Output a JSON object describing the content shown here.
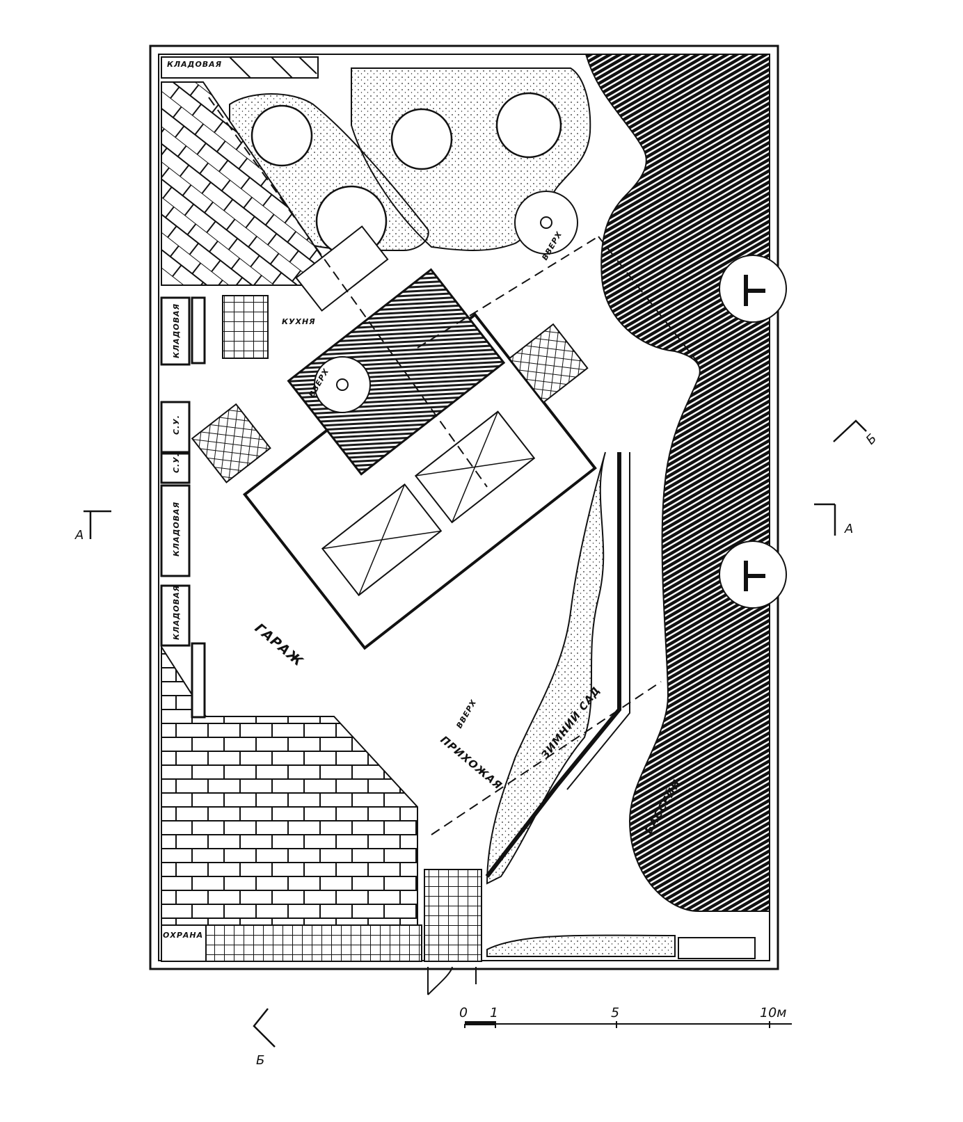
{
  "rooms": {
    "garage": "ГАРАЖ",
    "kitchen": "КУХНЯ",
    "winter_garden": "ЗИМНИЙ САД",
    "hall": "ПРИХОЖАЯ",
    "guard": "ОХРАНА",
    "storage_top": "КЛАДОВАЯ",
    "storage_left_1": "КЛАДОВАЯ",
    "storage_left_2": "КЛАДОВАЯ",
    "storage_left_3": "КЛАДОВАЯ",
    "wc_1": "С.У.",
    "wc_2": "С.У.",
    "pool": "БАССЕЙН",
    "stair_up_1": "ВВЕРХ",
    "stair_up_2": "ВВЕРХ",
    "stair_up_3": "ВВЕРХ"
  },
  "section_marks": {
    "a_left": "А",
    "a_right": "А",
    "b_top": "Б",
    "b_bottom": "Б"
  },
  "scale": {
    "ticks": [
      "0",
      "1",
      "5",
      "10м"
    ]
  },
  "colors": {
    "ink": "#111111",
    "paper": "#ffffff"
  }
}
